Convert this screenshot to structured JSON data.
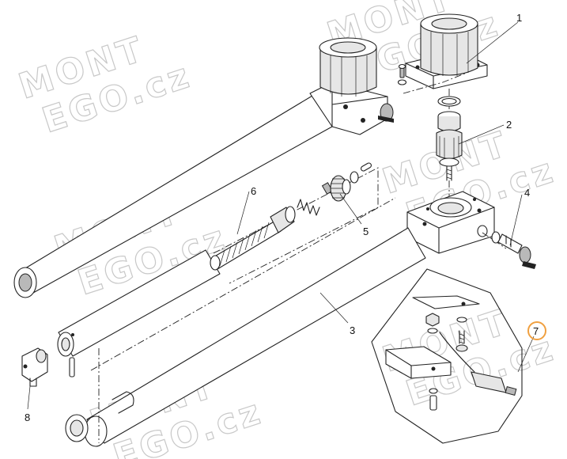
{
  "diagram": {
    "watermark": {
      "line1": "MONT",
      "line2": "EGO.cz"
    },
    "callouts": [
      {
        "id": "1",
        "label": "1"
      },
      {
        "id": "2",
        "label": "2"
      },
      {
        "id": "3",
        "label": "3"
      },
      {
        "id": "4",
        "label": "4"
      },
      {
        "id": "5",
        "label": "5"
      },
      {
        "id": "6",
        "label": "6"
      },
      {
        "id": "7",
        "label": "7",
        "highlighted": true
      },
      {
        "id": "8",
        "label": "8"
      }
    ],
    "colors": {
      "line": "#222222",
      "highlight": "#f0a040",
      "watermark": "#c8c8c8"
    }
  }
}
